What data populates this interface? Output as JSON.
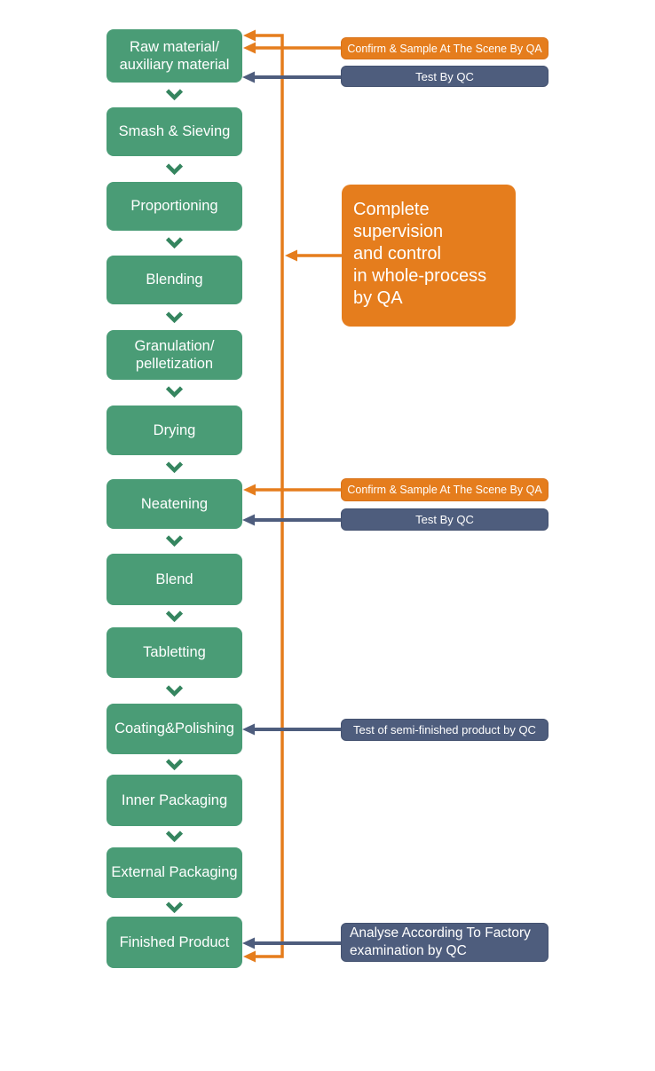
{
  "colors": {
    "green": "#4a9c76",
    "green_dark": "#35855f",
    "orange": "#e57d1d",
    "slate": "#4e5d7d",
    "text": "#ffffff",
    "background": "#ffffff"
  },
  "flow": {
    "steps": [
      {
        "label": "Raw material/\nauxiliary material"
      },
      {
        "label": "Smash & Sieving"
      },
      {
        "label": "Proportioning"
      },
      {
        "label": "Blending"
      },
      {
        "label": "Granulation/\npelletization"
      },
      {
        "label": "Drying"
      },
      {
        "label": "Neatening"
      },
      {
        "label": "Blend"
      },
      {
        "label": "Tabletting"
      },
      {
        "label": "Coating&Polishing"
      },
      {
        "label": "Inner Packaging"
      },
      {
        "label": "External Packaging"
      },
      {
        "label": "Finished Product"
      }
    ]
  },
  "annotations": {
    "qa_confirm_raw": "Confirm & Sample At The Scene By QA",
    "qc_test_raw": "Test By QC",
    "qa_whole_process": "Complete\nsupervision\nand control\nin whole-process\nby QA",
    "qa_confirm_neatening": "Confirm & Sample At The Scene By QA",
    "qc_test_neatening": "Test By QC",
    "qc_semi_finished": "Test of semi-finished product by QC",
    "qc_factory": "Analyse According To Factory\nexamination by QC"
  }
}
